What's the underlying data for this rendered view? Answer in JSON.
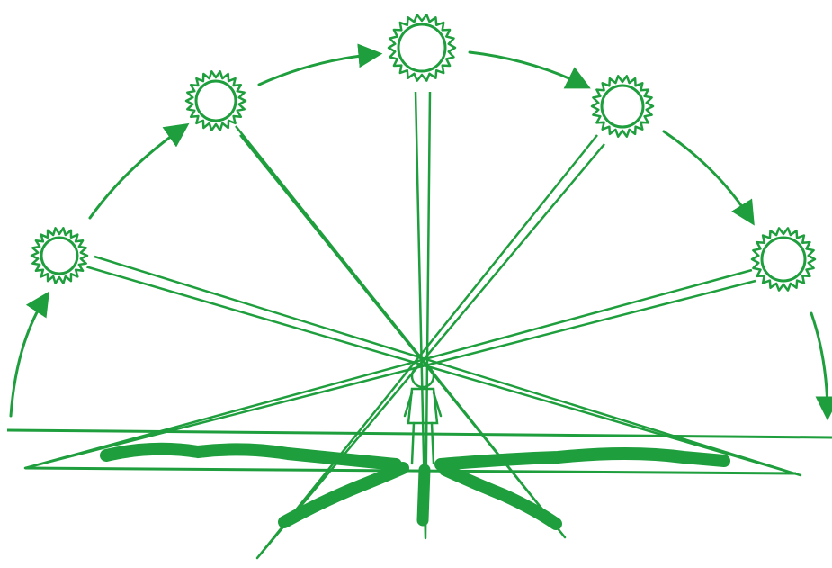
{
  "colors": {
    "ink": "#1f9e3d",
    "background": "#ffffff"
  },
  "diagram": {
    "subject": "sun-path-and-shadows",
    "sun_count": 5,
    "sun_icon": "sun-icon",
    "figure_icon": "standing-person-icon",
    "shadow_count": 5
  }
}
